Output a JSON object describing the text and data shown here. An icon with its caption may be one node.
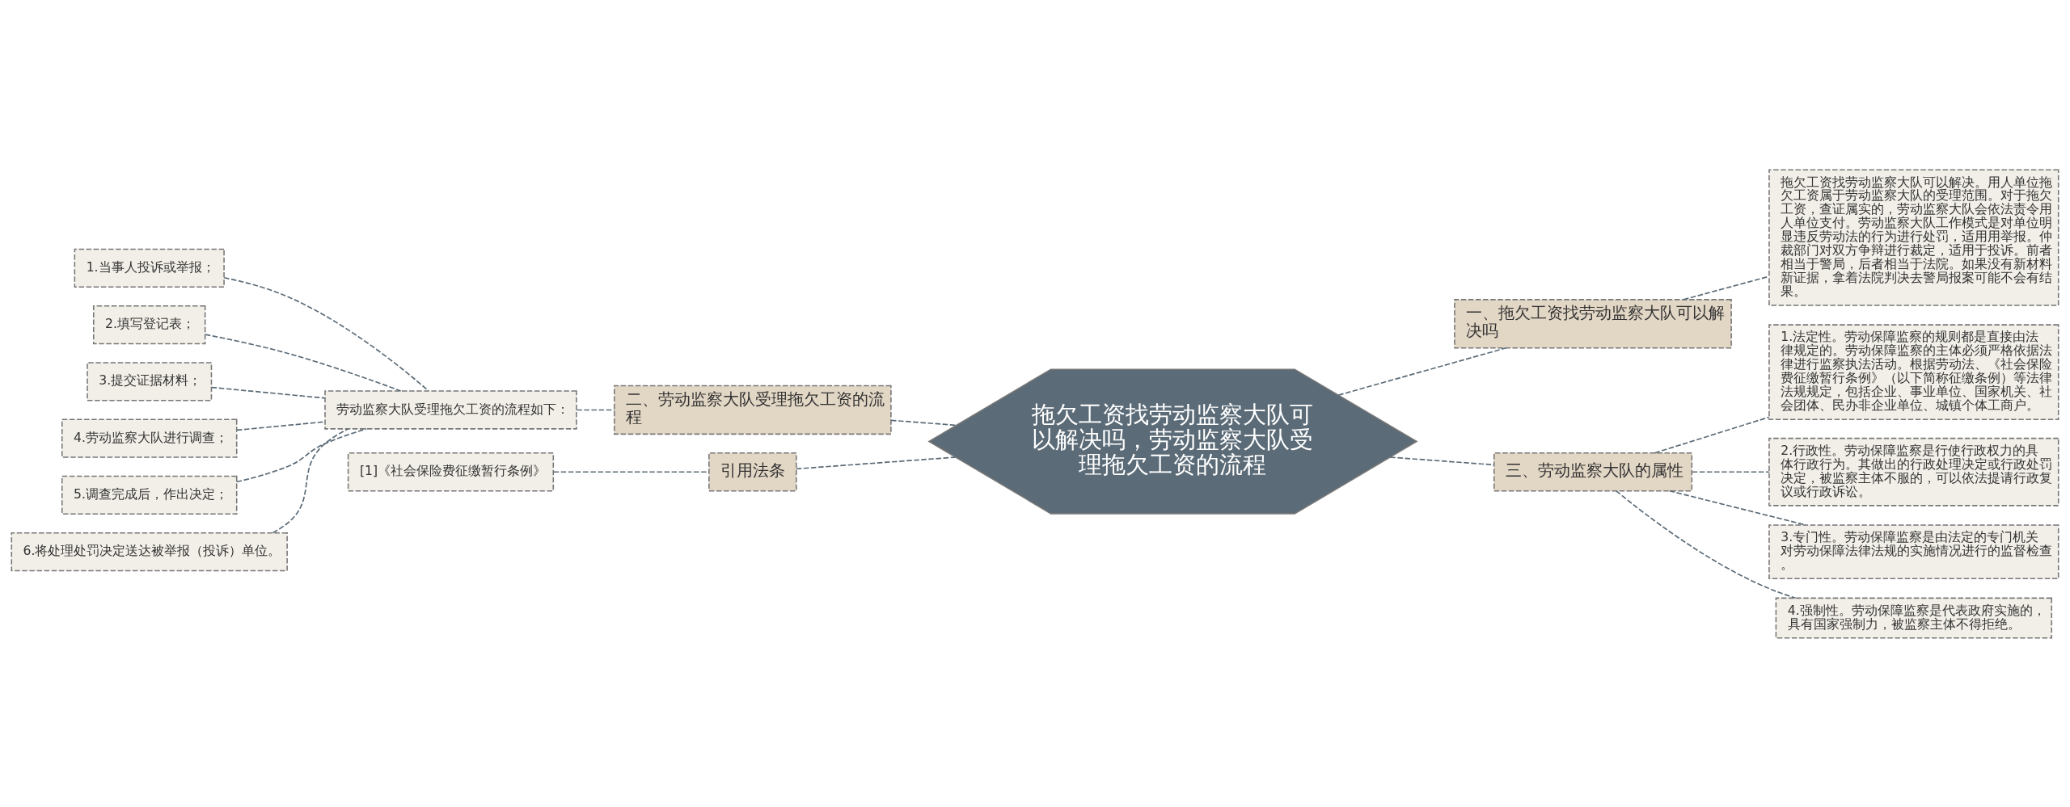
{
  "diagram": {
    "nodes": [
      {
        "text": [
          "拖欠工资找劳动监察大队可以解决吗，劳动监察大队受理拖欠工资的流程"
        ]
      },
      {
        "text": [
          "一、拖欠工资找劳动监察大队可以解决吗"
        ]
      },
      {
        "text": [
          "拖欠工资找劳动监察大队可以解决。用人单位拖欠工资属于劳动监察大队的受理范围。对于拖欠工资，查证属实的，劳动监察大队会依法责令用人单位支付。劳动监察大队工作模式是对单位明显违反劳动法的行为进行处罚，适用用举报。仲裁部门对双方争辩进行裁定，适用于投诉。前者相当于警局，后者相当于法院。如果没有新材料新证据，拿着法院判决去警局报案可能不会有结果。"
        ]
      },
      {
        "text": [
          "三、劳动监察大队的属性"
        ]
      },
      {
        "text": [
          "1.法定性。劳动保障监察的规则都是直接由法律规定的。劳动保障监察的主体必须严格依据法律进行监察执法活动。根据劳动法、《社会保险费征缴暂行条例》（以下简称征缴条例）等法律法规规定，包括企业、事业单位、国家机关、社会团体、民办非企业单位、城镇个体工商户。"
        ]
      },
      {
        "text": [
          "2.行政性。劳动保障监察是行使行政权力的具体行政行为。其做出的行政处理决定或行政处罚决定，被监察主体不服的，可以依法提请行政复议或行政诉讼。"
        ]
      },
      {
        "text": [
          "3.专门性。劳动保障监察是由法定的专门机关对劳动保障法律法规的实施情况进行的监督检查。"
        ]
      },
      {
        "text": [
          "4.强制性。劳动保障监察是代表政府实施的，具有国家强制力，被监察主体不得拒绝。"
        ]
      },
      {
        "text": [
          "二、劳动监察大队受理拖欠工资的流程"
        ]
      },
      {
        "text": [
          "劳动监察大队受理拖欠工资的流程如下："
        ]
      },
      {
        "text": [
          "1.当事人投诉或举报；"
        ]
      },
      {
        "text": [
          "2.填写登记表；"
        ]
      },
      {
        "text": [
          "3.提交证据材料；"
        ]
      },
      {
        "text": [
          "4.劳动监察大队进行调查；"
        ]
      },
      {
        "text": [
          "5.调查完成后，作出决定；"
        ]
      },
      {
        "text": [
          "6.将处理处罚决定送达被举报（投诉）单位。"
        ]
      },
      {
        "text": [
          "引用法条"
        ]
      },
      {
        "text": [
          "[1]《社会保险费征缴暂行条例》"
        ]
      }
    ],
    "edges": [
      {
        "from": 0,
        "to": 1,
        "arrow": "none"
      },
      {
        "from": 1,
        "to": 2,
        "arrow": "none"
      },
      {
        "from": 0,
        "to": 3,
        "arrow": "none"
      },
      {
        "from": 3,
        "to": 4,
        "arrow": "none"
      },
      {
        "from": 3,
        "to": 5,
        "arrow": "none"
      },
      {
        "from": 3,
        "to": 6,
        "arrow": "none"
      },
      {
        "from": 3,
        "to": 7,
        "arrow": "none"
      },
      {
        "from": 8,
        "to": 0,
        "arrow": "none"
      },
      {
        "from": 9,
        "to": 8,
        "arrow": "none"
      },
      {
        "from": 10,
        "to": 9,
        "arrow": "none"
      },
      {
        "from": 11,
        "to": 9,
        "arrow": "none"
      },
      {
        "from": 12,
        "to": 9,
        "arrow": "none"
      },
      {
        "from": 13,
        "to": 9,
        "arrow": "none"
      },
      {
        "from": 14,
        "to": 9,
        "arrow": "none"
      },
      {
        "from": 15,
        "to": 9,
        "arrow": "none"
      },
      {
        "from": 16,
        "to": 0,
        "arrow": "none"
      },
      {
        "from": 17,
        "to": 16,
        "arrow": "none"
      }
    ]
  }
}
